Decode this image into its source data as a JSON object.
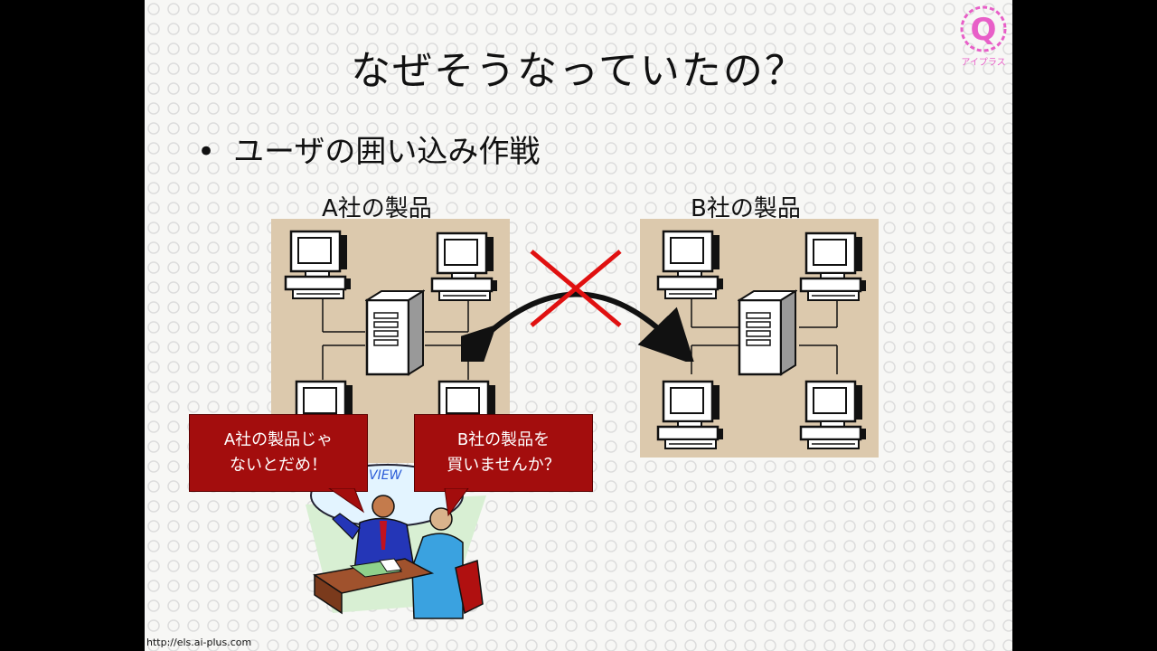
{
  "slide": {
    "title": "なぜそうなっていたの？",
    "bullet": "ユーザの囲い込み作戦",
    "bullet_marker": "•",
    "network_a": {
      "label": "A社の製品"
    },
    "network_b": {
      "label": "B社の製品"
    },
    "callout_a": {
      "text": "A社の製品じゃ\nないとだめ！"
    },
    "callout_b": {
      "text": "B社の製品を\n買いませんか？"
    },
    "clipart_banner": "VIEW",
    "logo": {
      "letter": "Q",
      "caption": "アイプラス",
      "color": "#e85fc8"
    },
    "footer_url": "http://els.ai-plus.com"
  },
  "colors": {
    "network_bg": "#dcc9ad",
    "callout_bg": "#a30d0d",
    "cross_color": "#e01010",
    "arrow_color": "#111111"
  }
}
